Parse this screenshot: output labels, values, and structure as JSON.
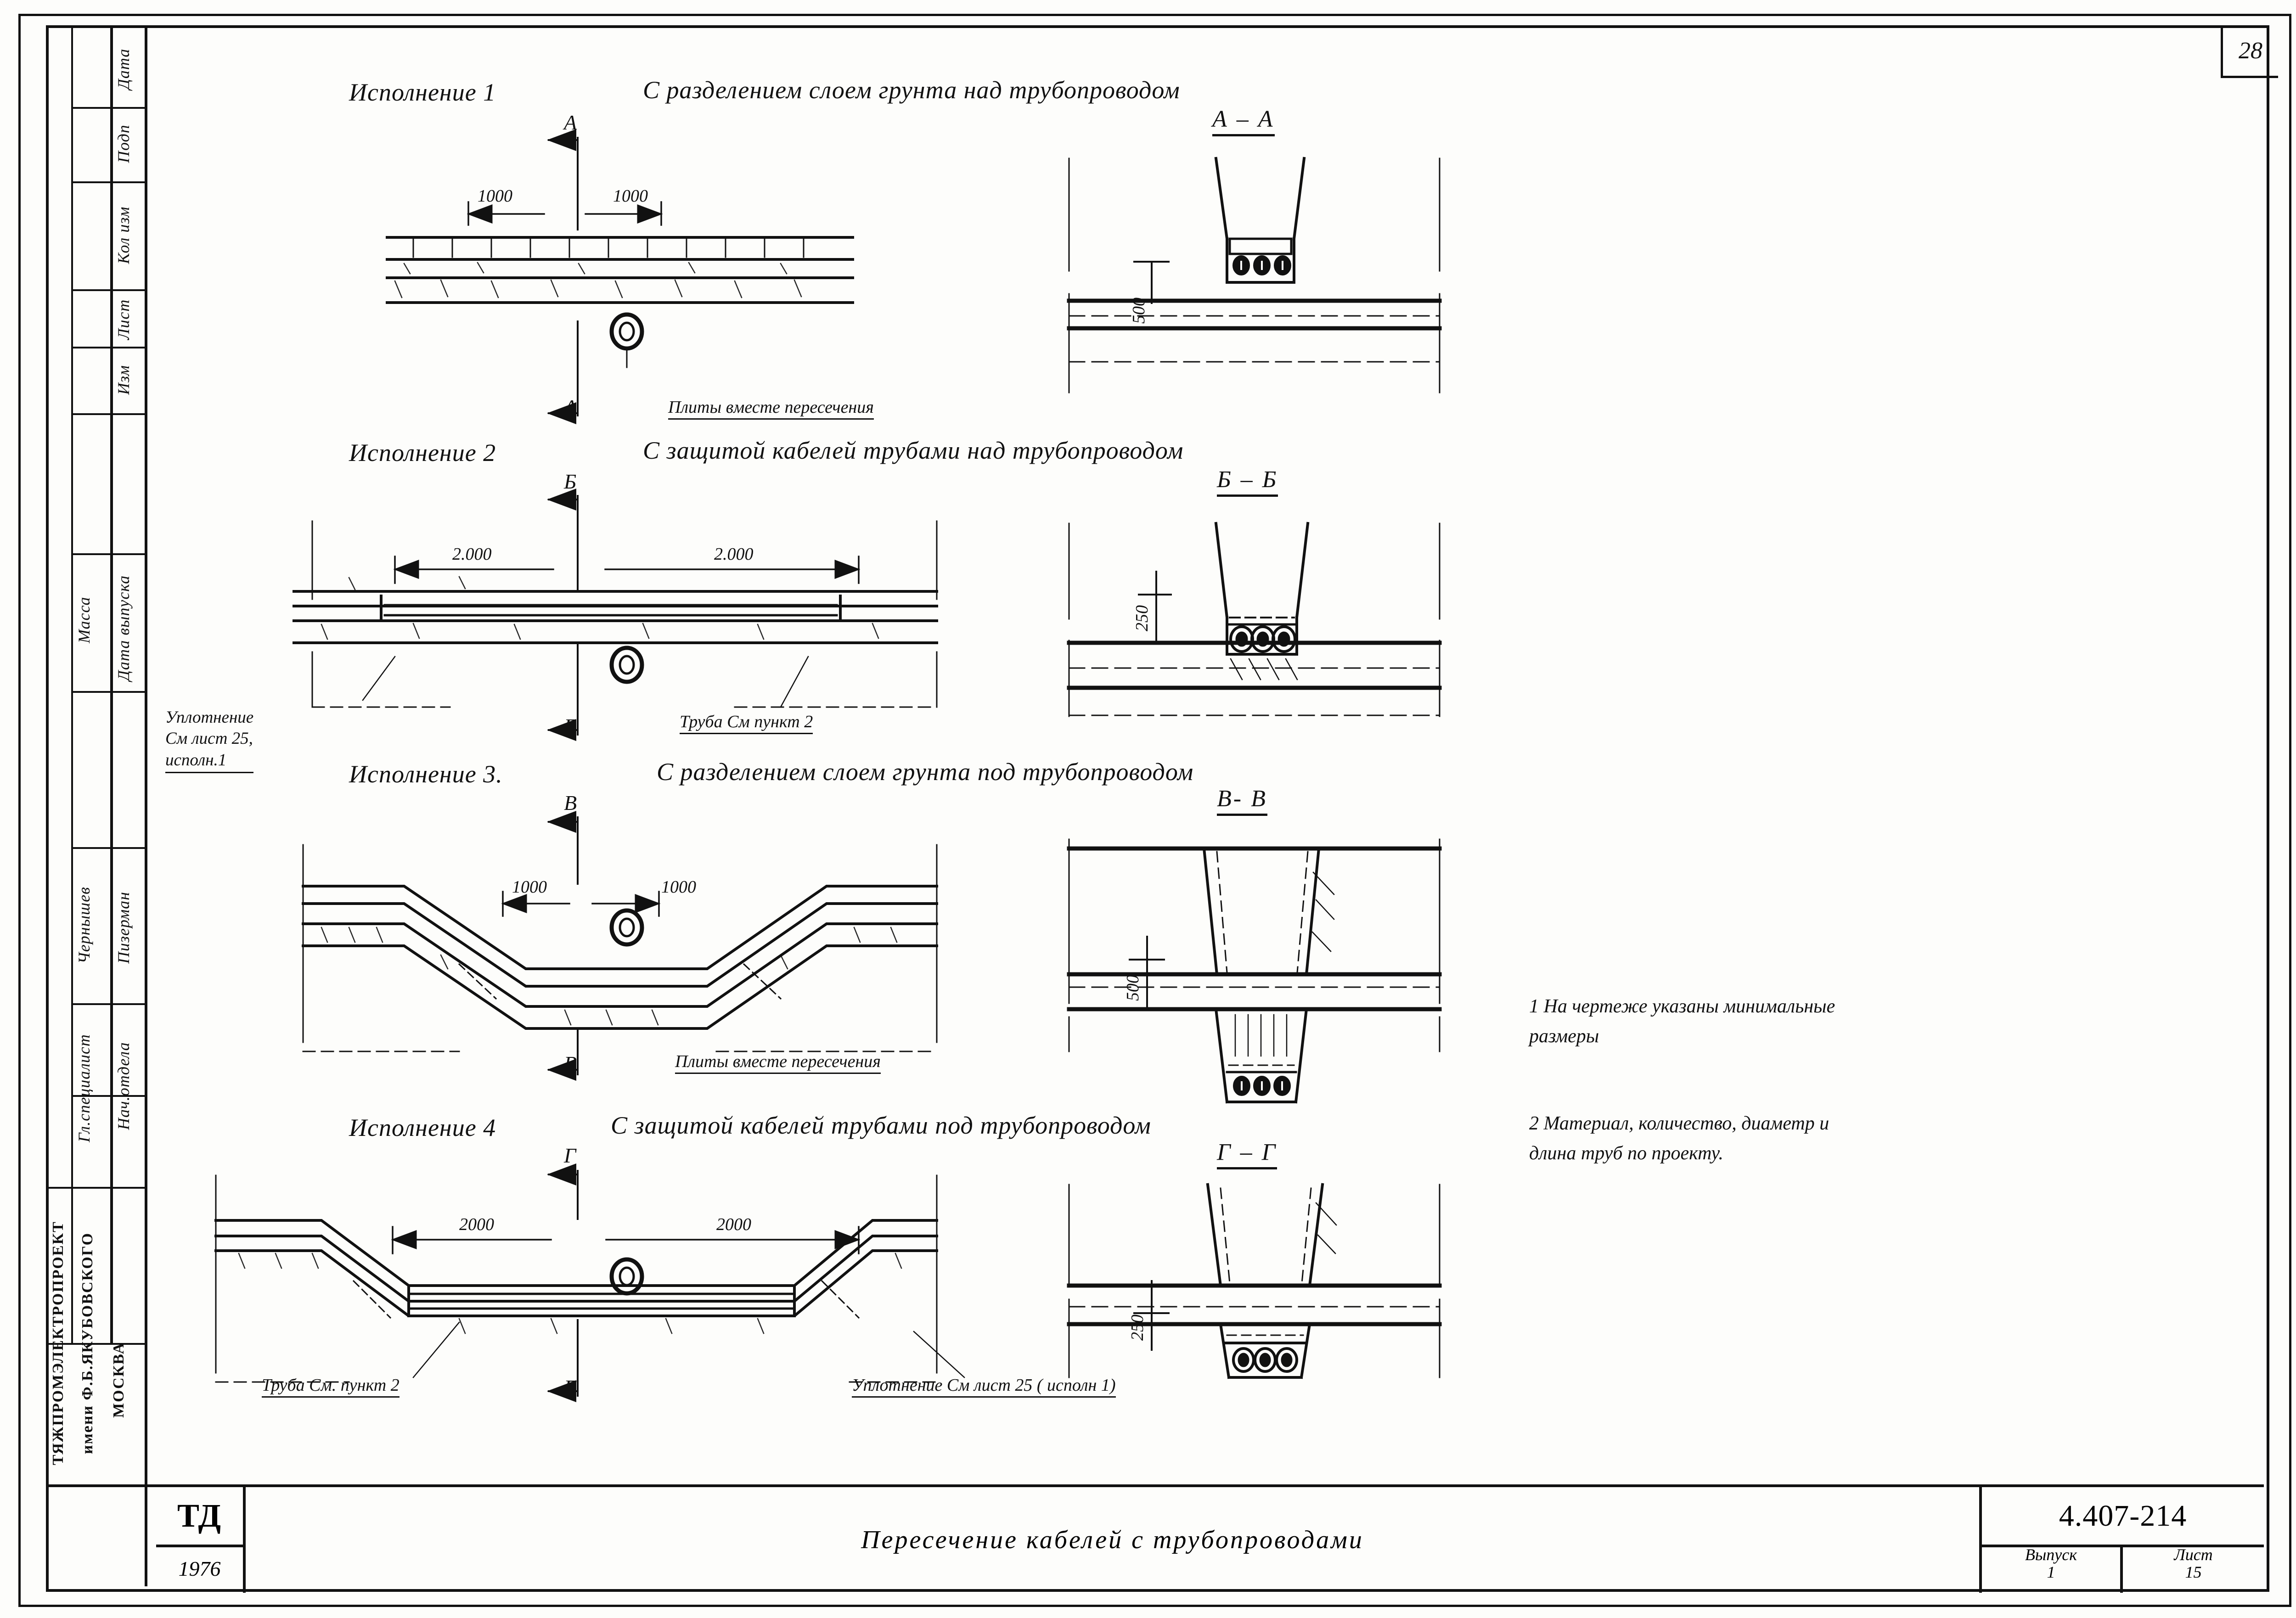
{
  "sheet": {
    "page_number": "28",
    "drawing_number": "4.407-214",
    "title": "Пересечение кабелей с трубопроводами",
    "stage_code": "ТД",
    "year": "1976",
    "issue_label": "Выпуск",
    "issue_value": "1",
    "sheet_label": "Лист",
    "sheet_value": "15"
  },
  "revision_block": {
    "columns": [
      "Изм",
      "Лист",
      "Кол изм",
      "Подп",
      "Дата"
    ],
    "mass_label": "Масса",
    "release_date_label": "Дата выпуска",
    "roles": [
      {
        "role": "Гл.специалист",
        "name": "Чернышев"
      },
      {
        "role": "Нач.отдела",
        "name": "Пизерман"
      }
    ],
    "organization": [
      "ТЯЖПРОМЭЛЕКТРОПРОЕКТ",
      "имени Ф.Б.ЯКУБОВСКОГО",
      "МОСКВА"
    ]
  },
  "variants": [
    {
      "id": "v1",
      "number_label": "Исполнение 1",
      "description": "С разделением слоем грунта над трубопроводом",
      "section_mark": "А",
      "section_title": "А – А",
      "plan_dimensions": [
        "1000",
        "1000"
      ],
      "section_dimension": "500",
      "annotation": "Плиты вместе пересечения"
    },
    {
      "id": "v2",
      "number_label": "Исполнение 2",
      "description": "С защитой  кабелей  трубами  над трубопроводом",
      "section_mark": "Б",
      "section_title": "Б – Б",
      "plan_dimensions": [
        "2.000",
        "2.000"
      ],
      "section_dimension": "250",
      "annotation_left": "Уплотнение\nСм лист 25,\nисполн.1",
      "annotation_right": "Труба  См пункт 2"
    },
    {
      "id": "v3",
      "number_label": "Исполнение  3.",
      "description": "С разделением слоем  грунта  под трубопроводом",
      "section_mark": "В",
      "section_title": "В- В",
      "plan_dimensions": [
        "1000",
        "1000"
      ],
      "section_dimension": "500",
      "annotation": "Плиты вместе  пересечения"
    },
    {
      "id": "v4",
      "number_label": "Исполнение 4",
      "description": "С защитой кабелей трубами под трубопроводом",
      "section_mark": "Г",
      "section_title": "Г – Г",
      "plan_dimensions": [
        "2000",
        "2000"
      ],
      "section_dimension": "250",
      "annotation_left": "Труба  См. пункт 2",
      "annotation_right": "Уплотнение  См лист 25 ( исполн 1)"
    }
  ],
  "notes": [
    {
      "num": "1",
      "text": "На чертеже указаны минимальные\nразмеры"
    },
    {
      "num": "2",
      "text": "Материал, количество, диаметр и\nдлина труб по проекту."
    }
  ],
  "colors": {
    "ink": "#111111",
    "paper": "#fdfdfb"
  }
}
